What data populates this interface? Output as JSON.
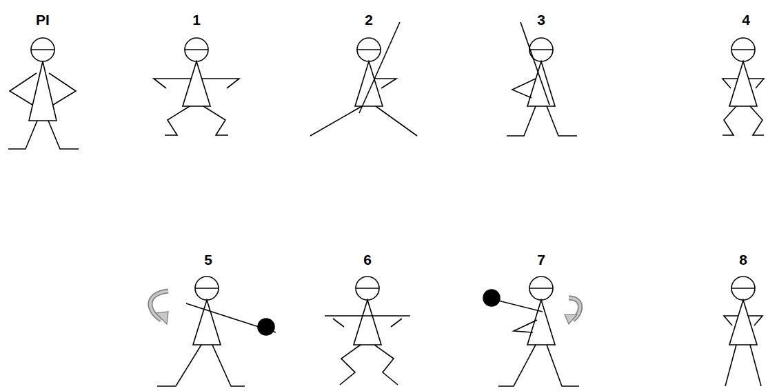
{
  "diagram": {
    "labels": [
      "PI",
      "1",
      "2",
      "3",
      "4",
      "5",
      "6",
      "7",
      "8"
    ]
  }
}
